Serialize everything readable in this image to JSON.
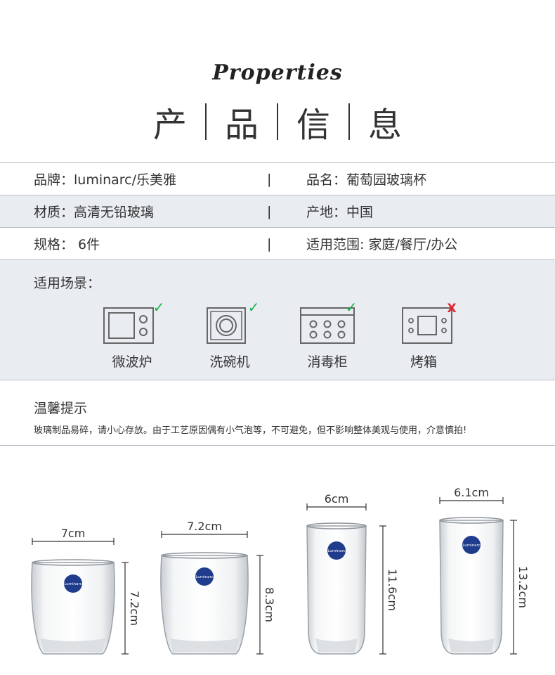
{
  "header": {
    "script_title": "Properties",
    "title_chars": [
      "产",
      "品",
      "信",
      "息"
    ]
  },
  "specs": [
    {
      "left": "品牌：luminarc/乐美雅",
      "divider": "|",
      "right": "品名：葡萄园玻璃杯"
    },
    {
      "left": "材质：高清无铅玻璃",
      "divider": "|",
      "right": "产地：中国"
    },
    {
      "left": "规格： 6件",
      "divider": "|",
      "right": "适用范围: 家庭/餐厅/办公"
    }
  ],
  "scene": {
    "label": "适用场景：",
    "items": [
      {
        "name": "微波炉",
        "icon": "microwave-icon",
        "suitable": true
      },
      {
        "name": "洗碗机",
        "icon": "dishwasher-icon",
        "suitable": true
      },
      {
        "name": "消毒柜",
        "icon": "sterilizer-cabinet-icon",
        "suitable": true
      },
      {
        "name": "烤箱",
        "icon": "oven-icon",
        "suitable": false
      }
    ],
    "check_mark": "✓",
    "cross_mark": "X"
  },
  "tips": {
    "title": "温馨提示",
    "text": "玻璃制品易碎，请小心存放。由于工艺原因偶有小气泡等，不可避免，但不影响整体美观与使用，介意慎拍!"
  },
  "glasses": [
    {
      "width_label": "7cm",
      "height_label": "7.2cm",
      "shape": "tumbler",
      "logo": "Luminarc"
    },
    {
      "width_label": "7.2cm",
      "height_label": "8.3cm",
      "shape": "tumbler",
      "logo": "Luminarc"
    },
    {
      "width_label": "6cm",
      "height_label": "11.6cm",
      "shape": "highball",
      "logo": "Luminarc"
    },
    {
      "width_label": "6.1cm",
      "height_label": "13.2cm",
      "shape": "highball",
      "logo": "Luminarc"
    }
  ],
  "colors": {
    "check": "#1bb24a",
    "cross": "#e0252b",
    "logo": "#1f3d8c",
    "shade": "#e9edf2"
  }
}
